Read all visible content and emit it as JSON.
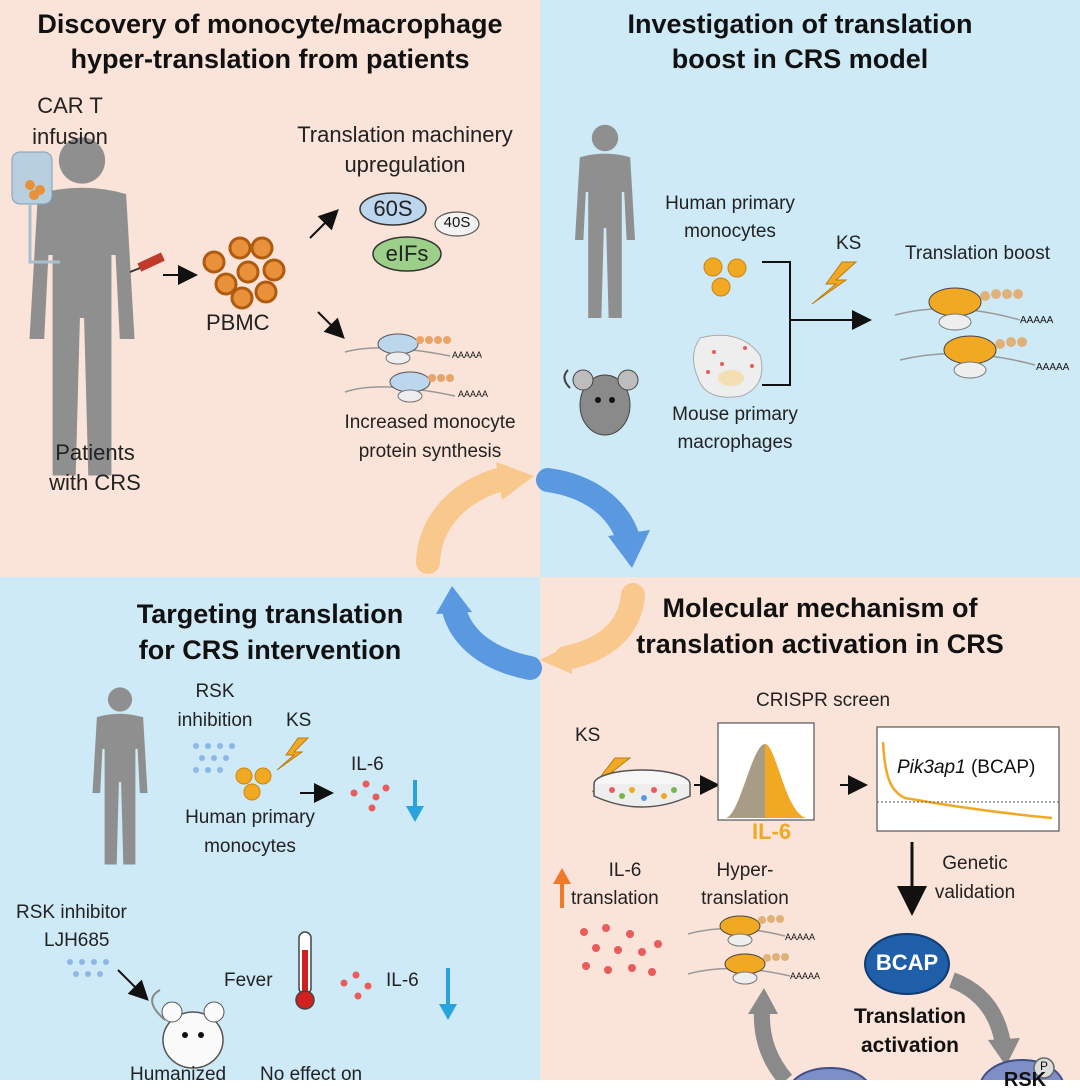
{
  "q1": {
    "title1": "Discovery of monocyte/macrophage",
    "title2": "hyper-translation from patients",
    "car_t1": "CAR T",
    "car_t2": "infusion",
    "patients1": "Patients",
    "patients2": "with CRS",
    "pbmc": "PBMC",
    "tm1": "Translation machinery",
    "tm2": "upregulation",
    "ribo60": "60S",
    "ribo40": "40S",
    "eifs": "eIFs",
    "poly_a": "AAAAA",
    "inc1": "Increased monocyte",
    "inc2": "protein synthesis"
  },
  "q2": {
    "title1": "Investigation of translation",
    "title2": "boost in CRS model",
    "hpm1": "Human primary",
    "hpm2": "monocytes",
    "ks": "KS",
    "boost": "Translation boost",
    "mpm1": "Mouse primary",
    "mpm2": "macrophages",
    "poly_a": "AAAAA"
  },
  "q3": {
    "title1": "Targeting translation",
    "title2": "for CRS intervention",
    "rsk1": "RSK",
    "rsk2": "inhibition",
    "ks": "KS",
    "il6": "IL-6",
    "hpm1": "Human primary",
    "hpm2": "monocytes",
    "inhib1": "RSK inhibitor",
    "inhib2": "LJH685",
    "fever": "Fever",
    "il6b": "IL-6",
    "humanized": "Humanized",
    "noeffect": "No effect on"
  },
  "q4": {
    "title1": "Molecular mechanism of",
    "title2": "translation activation in CRS",
    "crispr": "CRISPR screen",
    "ks": "KS",
    "il6_hist": "IL-6",
    "pik_italic": "Pik3ap1",
    "pik_rest": " (BCAP)",
    "gv1": "Genetic",
    "gv2": "validation",
    "il6t1": "IL-6",
    "il6t2": "translation",
    "hyper1": "Hyper-",
    "hyper2": "translation",
    "poly_a": "AAAAA",
    "bcap": "BCAP",
    "ta1": "Translation",
    "ta2": "activation",
    "rsk": "RSK",
    "phos": "P"
  },
  "colors": {
    "peach": "#fae3d8",
    "blue": "#cfeaf7",
    "orange_cell": "#e8913a",
    "yellow_cell": "#f1a924",
    "cycle_orange": "#f9c88c",
    "cycle_blue": "#5a98e0",
    "down_arrow": "#29a3dd",
    "up_arrow": "#f0792a",
    "bcap": "#1f5ea8",
    "il6_dots": "#e85c5c"
  }
}
